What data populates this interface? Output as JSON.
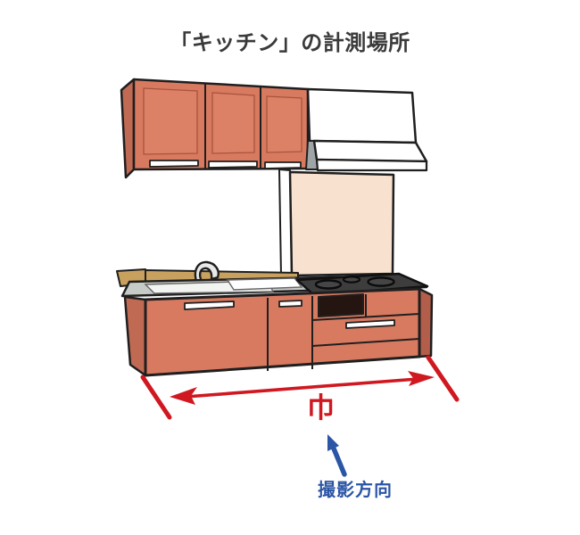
{
  "title": {
    "text": "「キッチン」の計測場所",
    "color": "#3a3a3a"
  },
  "width_dimension": {
    "label": "巾",
    "color": "#d01820"
  },
  "shooting_direction": {
    "label": "撮影方向",
    "color": "#2b55a5"
  },
  "colors": {
    "background": "#ffffff",
    "outline": "#1f1f1f",
    "cabinet_face": "#d87a60",
    "cabinet_inner_panel": "#dc8166",
    "cabinet_side_left": "#c06a54",
    "cabinet_side_right": "#b25e4a",
    "handle_white": "#ffffff",
    "range_hood": "#ffffff",
    "hood_side_gray": "#9fa5a7",
    "backsplash_peach": "#f8e2cf",
    "counter_rail_tan": "#c9a15f",
    "countertop_gray": "#c7cbc8",
    "sink_white": "#f2f4f2",
    "cutting_board_white": "#ffffff",
    "faucet_gray": "#e8eae8",
    "cooktop_dark": "#3d3d3d",
    "burner_fill": "#454545",
    "grill_opening": "#241510",
    "dimension_red": "#d01820",
    "arrow_blue": "#2b55a5"
  }
}
